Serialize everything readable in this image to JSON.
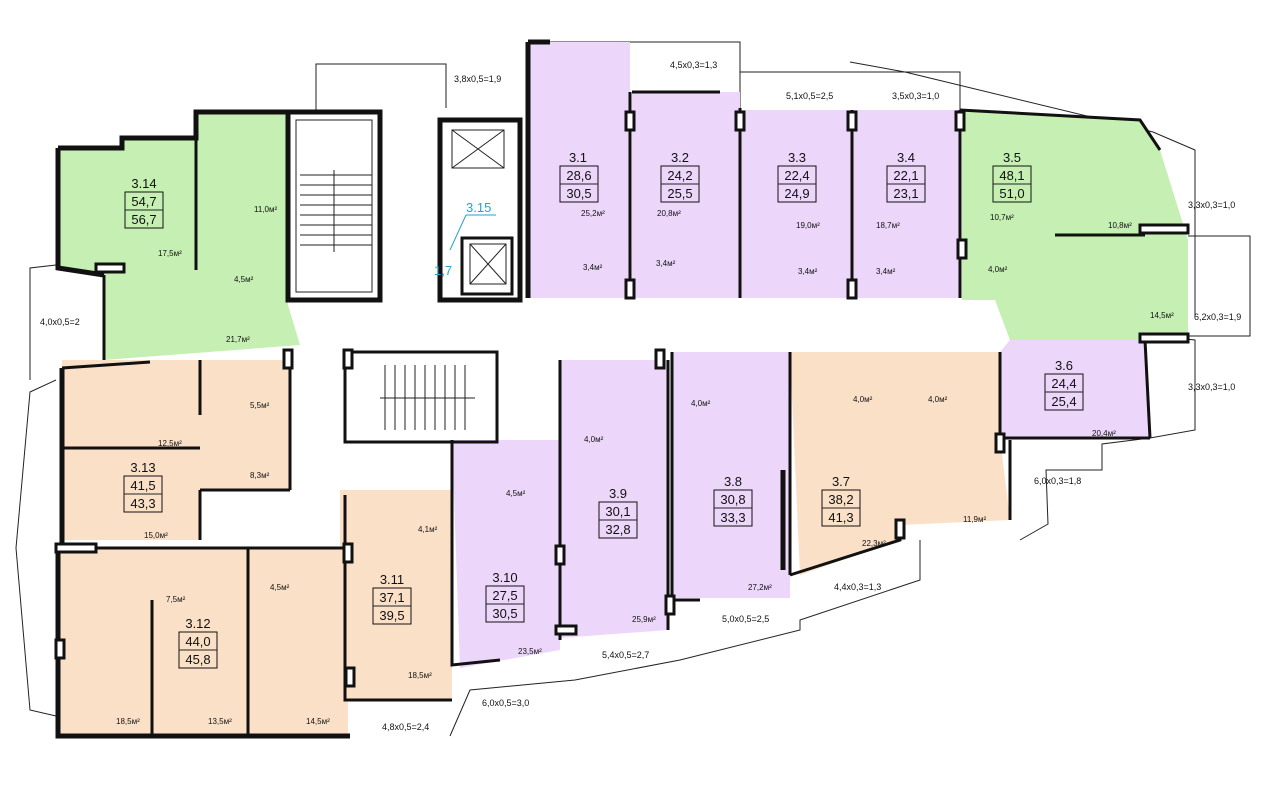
{
  "colors": {
    "green": "#c6efb4",
    "purple": "#ecd7fb",
    "orange": "#fbe0c8",
    "corridor": "#ffffff",
    "core_label": "#2aa1c8"
  },
  "apartments": [
    {
      "id": "3.1",
      "living": "28,6",
      "total": "30,5",
      "color": "purple"
    },
    {
      "id": "3.2",
      "living": "24,2",
      "total": "25,5",
      "color": "purple"
    },
    {
      "id": "3.3",
      "living": "22,4",
      "total": "24,9",
      "color": "purple"
    },
    {
      "id": "3.4",
      "living": "22,1",
      "total": "23,1",
      "color": "purple"
    },
    {
      "id": "3.5",
      "living": "48,1",
      "total": "51,0",
      "color": "green"
    },
    {
      "id": "3.6",
      "living": "24,4",
      "total": "25,4",
      "color": "purple"
    },
    {
      "id": "3.7",
      "living": "38,2",
      "total": "41,3",
      "color": "orange"
    },
    {
      "id": "3.8",
      "living": "30,8",
      "total": "33,3",
      "color": "purple"
    },
    {
      "id": "3.9",
      "living": "30,1",
      "total": "32,8",
      "color": "purple"
    },
    {
      "id": "3.10",
      "living": "27,5",
      "total": "30,5",
      "color": "purple"
    },
    {
      "id": "3.11",
      "living": "37,1",
      "total": "39,5",
      "color": "orange"
    },
    {
      "id": "3.12",
      "living": "44,0",
      "total": "45,8",
      "color": "orange"
    },
    {
      "id": "3.13",
      "living": "41,5",
      "total": "43,3",
      "color": "orange"
    },
    {
      "id": "3.14",
      "living": "54,7",
      "total": "56,7",
      "color": "green"
    }
  ],
  "core": {
    "id": "3.15",
    "area": "1,7"
  },
  "rooms": [
    "25,2м²",
    "20,8м²",
    "3,4м²",
    "3,4м²",
    "19,0м²",
    "18,7м²",
    "3,4м²",
    "3,4м²",
    "10,7м²",
    "10,8м²",
    "4,0м²",
    "14,5м²",
    "20,4м²",
    "4,0м²",
    "4,0м²",
    "11,9м²",
    "22,3м²",
    "27,2м²",
    "4,0м²",
    "4,0м²",
    "25,9м²",
    "4,5м²",
    "23,5м²",
    "4,1м²",
    "4,5м²",
    "18,5м²",
    "14,5м²",
    "13,5м²",
    "18,5м²",
    "7,5м²",
    "15,0м²",
    "8,3м²",
    "12,5м²",
    "5,5м²",
    "21,7м²",
    "11,0м²",
    "17,5м²",
    "4,5м²"
  ],
  "dimensions": [
    "3,8x0,5=1,9",
    "4,5x0,3=1,3",
    "5,1x0,5=2,5",
    "3,5x0,3=1,0",
    "3,3x0,3=1,0",
    "6,2x0,3=1,9",
    "3,3x0,3=1,0",
    "6,0x0,3=1,8",
    "4,4x0,3=1,3",
    "5,0x0,5=2,5",
    "5,4x0,5=2,7",
    "6,0x0,5=3,0",
    "4,8x0,5=2,4",
    "4,0x0,5=2"
  ]
}
